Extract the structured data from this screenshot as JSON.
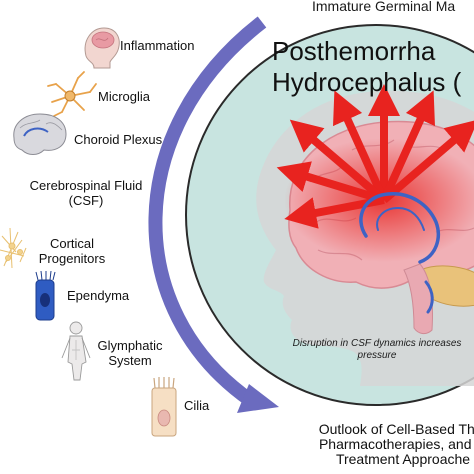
{
  "header": {
    "top_text": "Immature Germinal Ma"
  },
  "title": {
    "line1": "Posthemorrha",
    "line2": "Hydrocephalus ("
  },
  "factors": [
    {
      "label": "Inflammation",
      "icon": "brain-head-icon"
    },
    {
      "label": "Microglia",
      "icon": "microglia-cell-icon"
    },
    {
      "label": "Choroid Plexus",
      "icon": "choroid-plexus-brain-icon"
    },
    {
      "label": "Cerebrospinal Fluid",
      "label2": "(CSF)"
    },
    {
      "label": "Cortical",
      "label2": "Progenitors",
      "icon": "cortical-progenitor-cell-icon"
    },
    {
      "label": "Ependyma",
      "icon": "ependymal-cell-icon"
    },
    {
      "label": "Glymphatic",
      "label2": "System",
      "icon": "human-body-icon"
    },
    {
      "label": "Cilia",
      "icon": "ciliated-cell-icon"
    }
  ],
  "caption": {
    "line1": "Disruption in CSF dynamics increases",
    "line2": "pressure"
  },
  "outlook": {
    "line1": "Outlook of Cell-Based Ther",
    "line2": "Pharmacotherapies, and M",
    "line3": "Treatment Approache"
  },
  "colors": {
    "arc_arrow": "#6b6bbf",
    "circle_fill": "#c8e4e0",
    "circle_stroke": "#2a2a2a",
    "pressure_arrows": "#e8231f",
    "ventricle": "#3e63c4",
    "brain": "#f1b0b6"
  }
}
